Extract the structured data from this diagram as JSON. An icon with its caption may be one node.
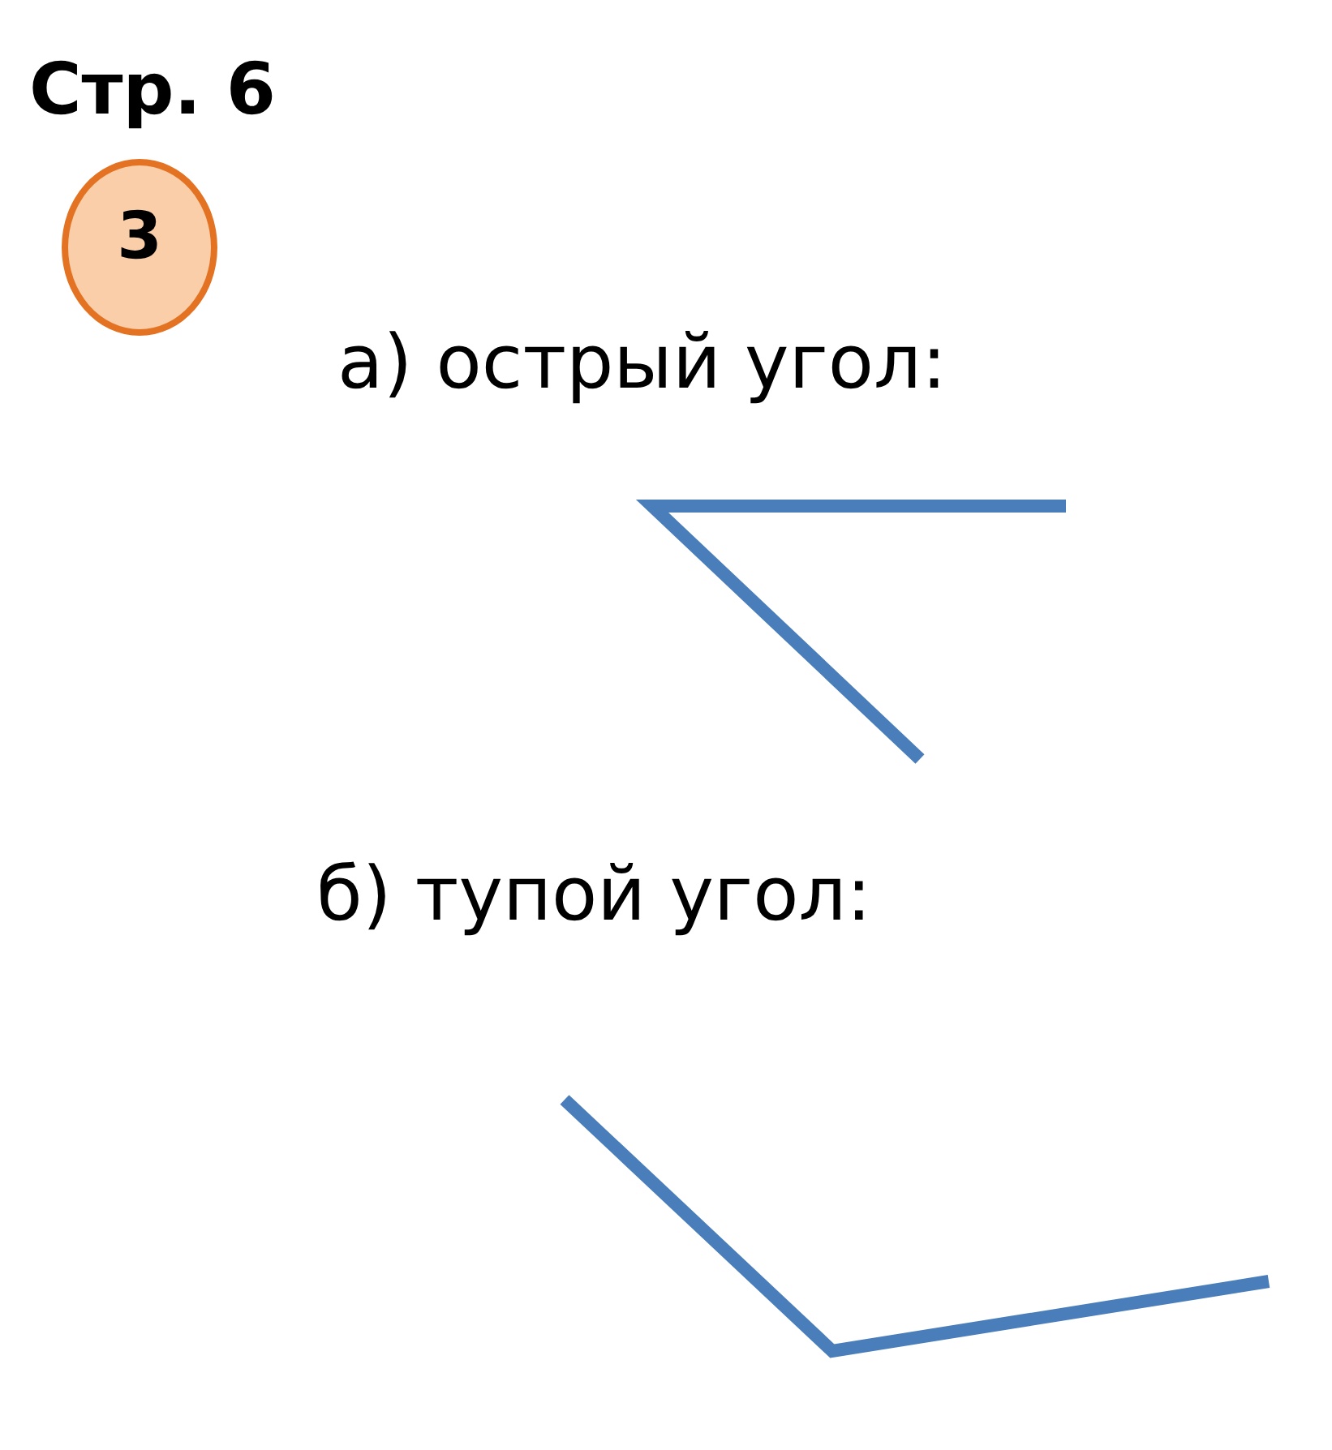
{
  "diagram": {
    "title": "Стр. 6",
    "nodes": [
      {
        "text": [
          "3"
        ]
      }
    ],
    "labels": [
      "а) острый угол:",
      "б) тупой угол:"
    ]
  }
}
